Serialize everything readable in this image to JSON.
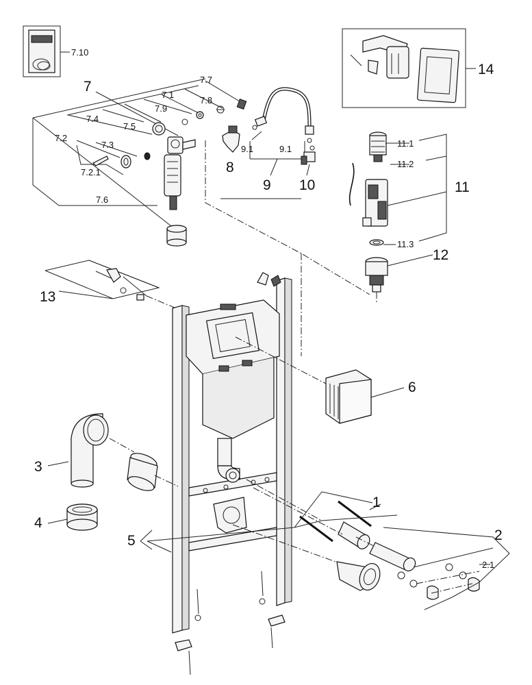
{
  "labels": {
    "l_7_10": "7.10",
    "l_7_7": "7.7",
    "l_7": "7",
    "l_7_1": "7.1",
    "l_7_8": "7.8",
    "l_7_9": "7.9",
    "l_7_4": "7.4",
    "l_7_5": "7.5",
    "l_7_2": "7.2",
    "l_7_3": "7.3",
    "l_7_2_1": "7.2.1",
    "l_7_6": "7.6",
    "l_8": "8",
    "l_9_1a": "9.1",
    "l_9_1b": "9.1",
    "l_9": "9",
    "l_10": "10",
    "l_14": "14",
    "l_11_1": "11.1",
    "l_11_2": "11.2",
    "l_11": "11",
    "l_11_3": "11.3",
    "l_12": "12",
    "l_13": "13",
    "l_6": "6",
    "l_3": "3",
    "l_4": "4",
    "l_1": "1",
    "l_5": "5",
    "l_2": "2",
    "l_2_1": "2.1"
  }
}
